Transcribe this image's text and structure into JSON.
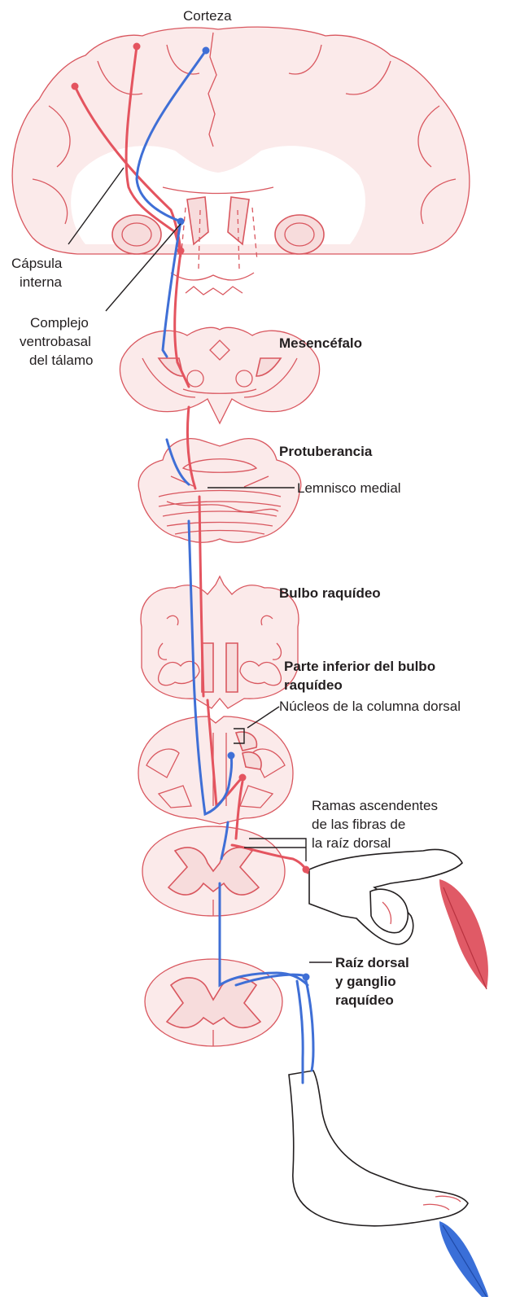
{
  "labels": {
    "corteza": "Corteza",
    "capsula_line1": "Cápsula",
    "capsula_line2": "interna",
    "complejo_line1": "Complejo",
    "complejo_line2": "ventrobasal",
    "complejo_line3": "del tálamo",
    "mesencefalo": "Mesencéfalo",
    "protuberancia": "Protuberancia",
    "lemnisco": "Lemnisco medial",
    "bulbo": "Bulbo raquídeo",
    "parte_inf_line1": "Parte inferior del bulbo",
    "parte_inf_line2": "raquídeo",
    "nucleos": "Núcleos de la columna dorsal",
    "ramas_line1": "Ramas ascendentes",
    "ramas_line2": "de las fibras de",
    "ramas_line3": "la raíz dorsal",
    "raiz_line1": "Raíz dorsal",
    "raiz_line2": "y ganglio",
    "raiz_line3": "raquídeo"
  },
  "colors": {
    "red_pathway": "#e4545f",
    "blue_pathway": "#3f6fd6",
    "tissue_fill": "#f7dcdc",
    "tissue_stroke": "#d9575f",
    "red_feather": "#e05a66",
    "blue_feather": "#3a6fd8"
  }
}
